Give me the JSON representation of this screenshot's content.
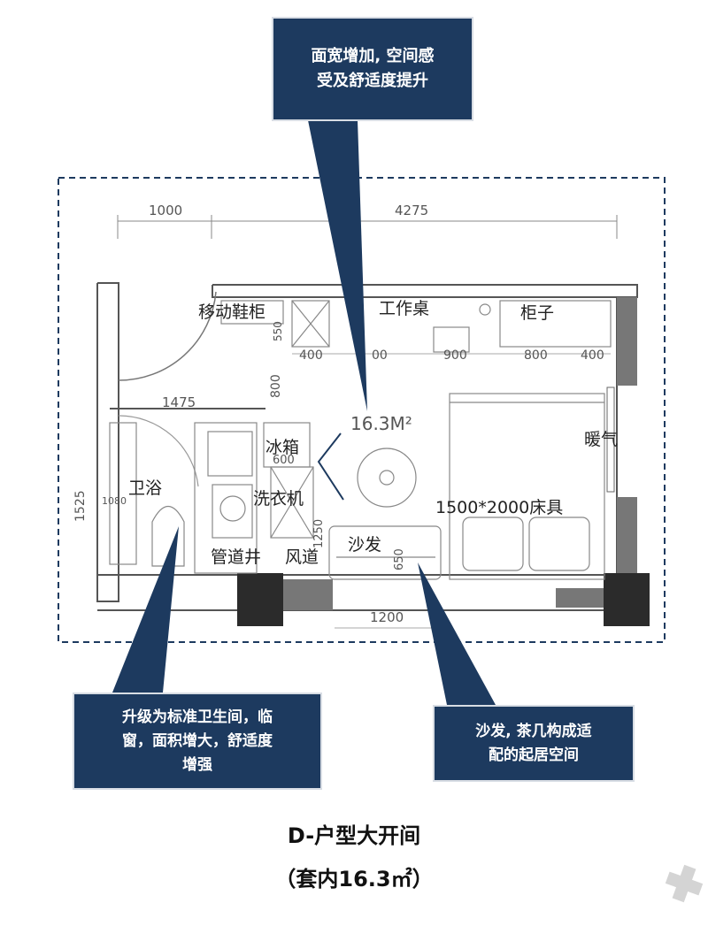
{
  "callouts": {
    "top": [
      "面宽增加, 空间感",
      "受及舒适度提升"
    ],
    "left": [
      "升级为标准卫生间，临",
      "窗，面积增大，舒适度",
      "增强"
    ],
    "right": [
      "沙发, 茶几构成适",
      "配的起居空间"
    ]
  },
  "dimensions": {
    "top_left": "1000",
    "top_right": "4275",
    "left_height": "1525",
    "bathroom_width": "1475",
    "corridor": "800",
    "sofa_width": "1200",
    "fridge_width": "600",
    "wash_depth": "1250",
    "sofa_depth": "650",
    "shelf_1": "400",
    "shelf_2": "900",
    "shelf_3": "800",
    "shelf_4": "400",
    "shelf_partial": "00",
    "shoe_depth": "550",
    "small_1080": "1080"
  },
  "rooms": {
    "shoe_cabinet": "移动鞋柜",
    "desk": "工作桌",
    "cabinet": "柜子",
    "area_label": "16.3M²",
    "fridge": "冰箱",
    "washer": "洗衣机",
    "bathroom": "卫浴",
    "heater": "暖气",
    "bed": "1500*2000床具",
    "sofa": "沙发",
    "pipe_well": "管道井",
    "air_duct": "风道"
  },
  "caption": {
    "title": "D-户型大开间",
    "area": "（套内16.3㎡）"
  }
}
